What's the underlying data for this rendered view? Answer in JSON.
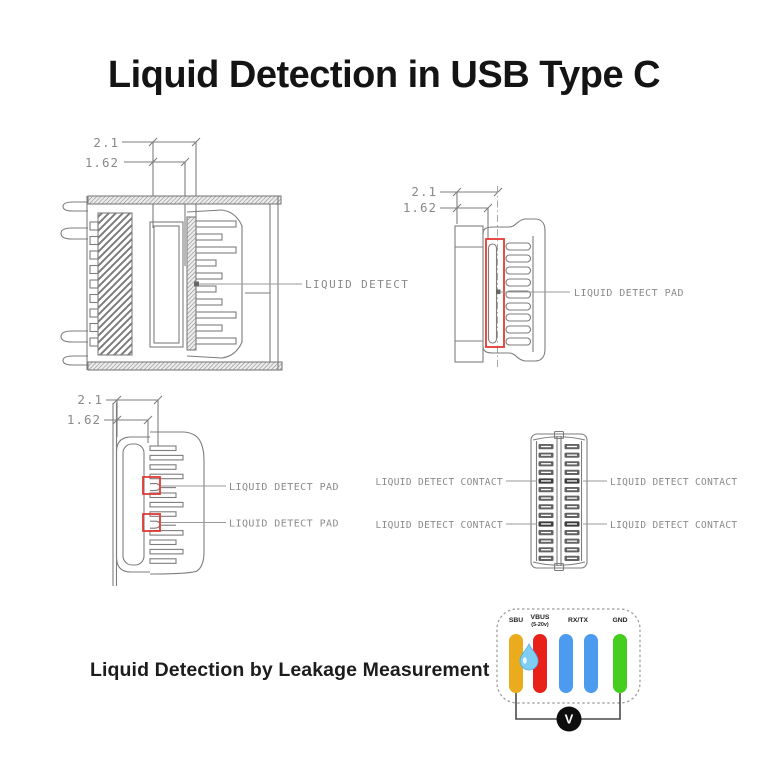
{
  "title": "Liquid Detection in USB Type C",
  "caption": "Liquid Detection by Leakage Measurement",
  "drawing_cross_section": {
    "dim_a": "2.1",
    "dim_b": "1.62",
    "callout": "LIQUID DETECT"
  },
  "drawing_pad_side": {
    "dim_a": "2.1",
    "dim_b": "1.62",
    "callout": "LIQUID DETECT PAD"
  },
  "drawing_tongue": {
    "dim_a": "2.1",
    "dim_b": "1.62",
    "callout_top": "LIQUID DETECT PAD",
    "callout_bottom": "LIQUID DETECT PAD"
  },
  "drawing_contacts": {
    "callout_left_top": "LIQUID DETECT CONTACT",
    "callout_left_bottom": "LIQUID DETECT CONTACT",
    "callout_right_top": "LIQUID DETECT CONTACT",
    "callout_right_bottom": "LIQUID DETECT CONTACT"
  },
  "pinout": {
    "pin_sbu": "SBU",
    "pin_vbus": "VBUS",
    "pin_vbus_range": "(5-20v)",
    "pin_rxtx": "RX/TX",
    "pin_gnd": "GND",
    "meter": "V",
    "colors": {
      "sbu": "#EAAC1C",
      "vbus": "#E8221B",
      "rxtx": "#4D9BEE",
      "gnd": "#46CE1F",
      "droplet": "#7FCDF3",
      "wire": "#4a4a4a",
      "meter_bg": "#0d0d0d"
    }
  },
  "style": {
    "line_gray": "#7d7d7d",
    "label_gray": "#8a8a8a",
    "highlight_red": "#E23B35"
  }
}
